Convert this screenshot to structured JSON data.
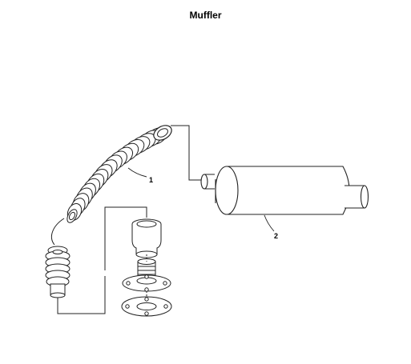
{
  "title": "Muffler",
  "callouts": [
    {
      "label": "1",
      "part": "exhaust-hose"
    },
    {
      "label": "2",
      "part": "muffler"
    }
  ]
}
